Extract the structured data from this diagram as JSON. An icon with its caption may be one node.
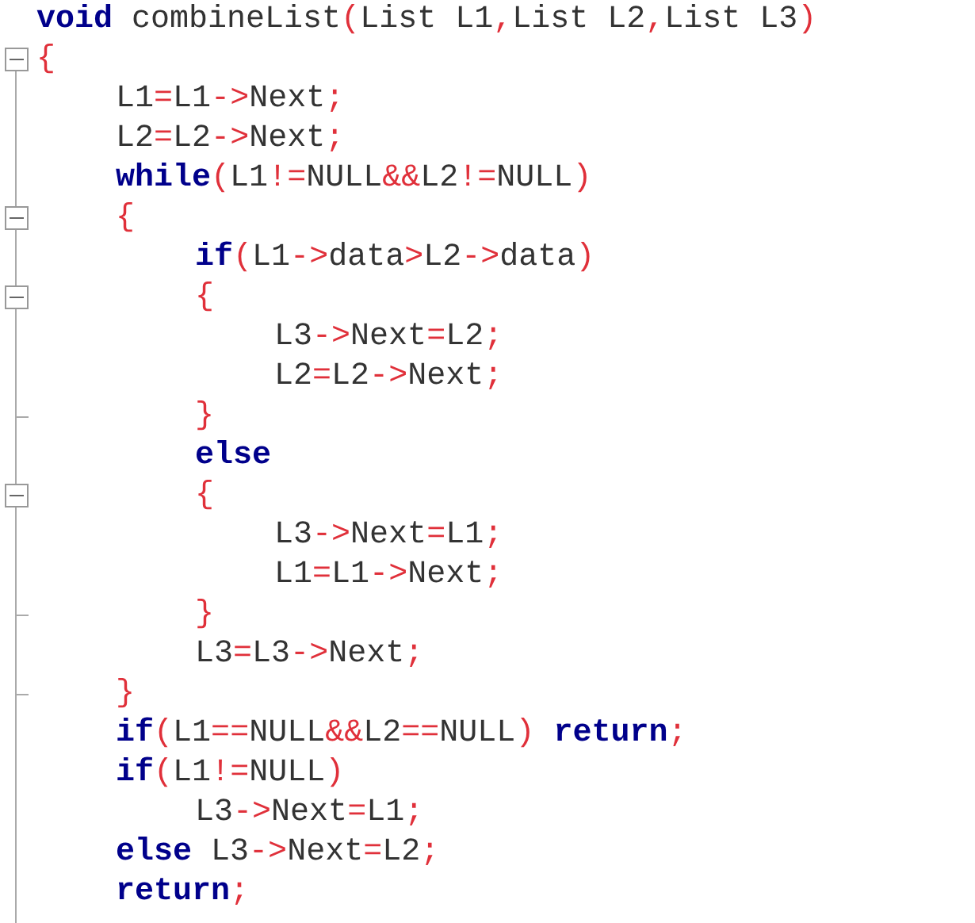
{
  "diagram": {
    "labels": [
      "**void** combineList(List L1,List L2,List L3)",
      "{",
      "L1=L1->Next;",
      "L2=L2->Next;",
      "**while**(L1!=NULL&&L2!=NULL)",
      "{",
      "**if**(L1->data>L2->data)",
      "{",
      "L3->Next=L2;",
      "L2=L2->Next;",
      "}",
      "**else**",
      "{",
      "L3->Next=L1;",
      "L1=L1->Next;",
      "}",
      "L3=L3->Next;",
      "}",
      "**if**(L1==NULL&&L2==NULL) **return**;",
      "**if**(L1!=NULL)",
      "L3->Next=L1;",
      "**else** L3->Next=L2;",
      "**return**;"
    ]
  }
}
